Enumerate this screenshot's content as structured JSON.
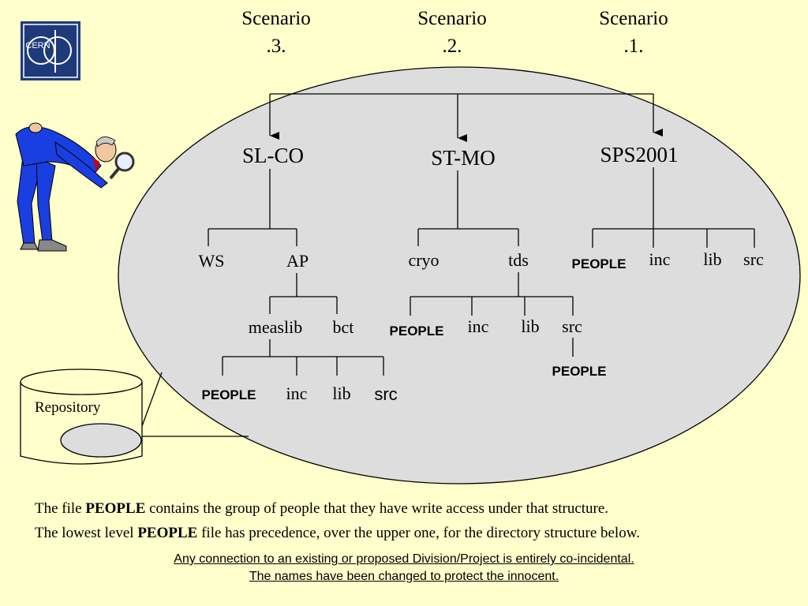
{
  "scenarios": [
    {
      "line1": "Scenario",
      "line2": ".3."
    },
    {
      "line1": "Scenario",
      "line2": ".2."
    },
    {
      "line1": "Scenario",
      "line2": ".1."
    }
  ],
  "logo": {
    "text": "CERN",
    "bg_color": "#1f3a7a"
  },
  "repository_label": "Repository",
  "tree": {
    "slco": {
      "label": "SL-CO",
      "ws": "WS",
      "ap": "AP",
      "measlib": "measlib",
      "bct": "bct",
      "measlib_children": [
        "PEOPLE",
        "inc",
        "lib",
        "src"
      ]
    },
    "stmo": {
      "label": "ST-MO",
      "cryo": "cryo",
      "tds": "tds",
      "tds_children": [
        "PEOPLE",
        "inc",
        "lib",
        "src"
      ],
      "src_child": "PEOPLE"
    },
    "sps": {
      "label": "SPS2001",
      "children": [
        "PEOPLE",
        "inc",
        "lib",
        "src"
      ]
    }
  },
  "captions": {
    "line1_pre": "The file ",
    "line1_bold": "PEOPLE",
    "line1_post": " contains the group of people that they have write access under that structure.",
    "line2_pre": "The lowest level ",
    "line2_bold": "PEOPLE",
    "line2_post": " file has precedence, over the upper one, for the directory structure below."
  },
  "disclaimer": {
    "line1": "Any connection to an existing or proposed Division/Project is entirely co-incidental.",
    "line2": "The names have been changed to protect the innocent."
  },
  "colors": {
    "background": "#ffffcc",
    "ellipse_fill": "#dddddd",
    "suit": "#1a3fe0"
  }
}
